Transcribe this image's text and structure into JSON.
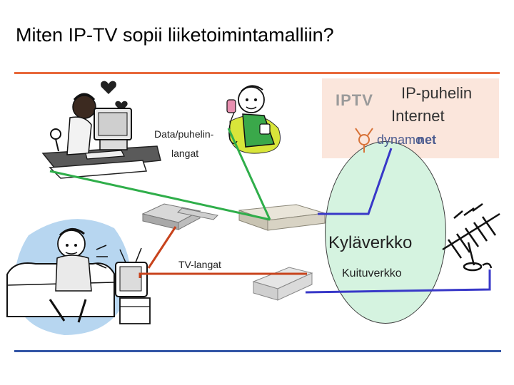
{
  "title": "Miten IP-TV sopii liiketoimintamalliin?",
  "services": {
    "iptv": "IPTV",
    "ip_phone": "IP-puhelin",
    "internet": "Internet",
    "brand_prefix": "dynamo",
    "brand_suffix": "net"
  },
  "network": {
    "village_network": "Kyläverkko",
    "fiber_network": "Kuituverkko"
  },
  "cables": {
    "data_phone_line1": "Data/puhelin-",
    "data_phone_line2": "langat",
    "tv_cables": "TV-langat"
  },
  "colors": {
    "accent_orange": "#e8683a",
    "rule_blue": "#3355a6",
    "data_cable_green": "#2fae4a",
    "tv_cable_red": "#c8431c",
    "fiber_blue": "#3838c8",
    "ellipse_fill": "#d5f3e0",
    "service_box_fill": "#fbe6dc"
  },
  "icons": [
    "computer-user-illustration",
    "phone-user-illustration",
    "tv-viewer-illustration",
    "set-top-box-icon",
    "modem-router-icon",
    "fiber-terminal-icon",
    "antenna-icon",
    "dynamonet-logo"
  ]
}
